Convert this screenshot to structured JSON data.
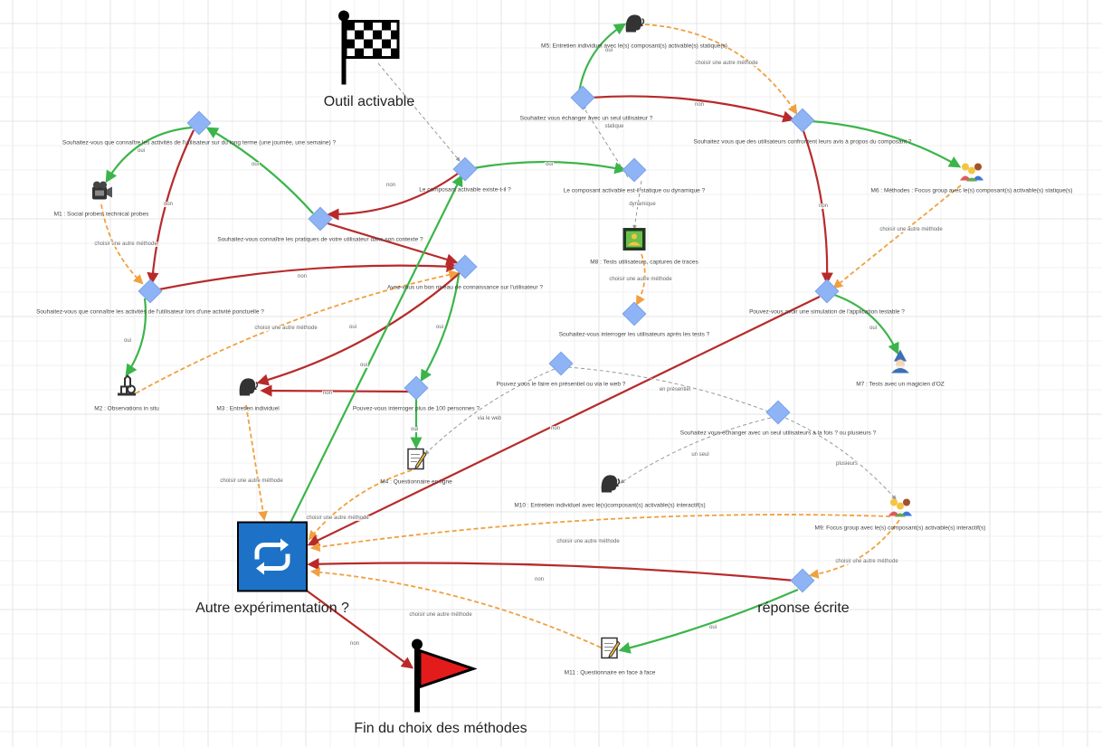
{
  "colors": {
    "yes": "#3bb54a",
    "no": "#b82a2a",
    "alt": "#f0a040",
    "neutral": "#aaaaaa",
    "node": "#8fb4f5"
  },
  "start": {
    "label": "Outil activable",
    "icon": "checkered-flag-icon"
  },
  "end": {
    "label": "Fin du choix des méthodes",
    "icon": "red-flag-icon"
  },
  "loop": {
    "label": "Autre expérimentation ?",
    "icon": "repeat-icon"
  },
  "answer": {
    "label": "réponse écrite"
  },
  "questions": {
    "q_exists": "Le composant activable existe-t-il ?",
    "q_static": "Le composant activable est-il statique ou dynamique ?",
    "q_pratiques": "Souhaitez-vous connaître les pratiques de votre utilisateur dans son contexte ?",
    "q_longterm": "Souhaitez-vous que connaître les activités de l'utilisateur sur du long terme (une journée, une semaine) ?",
    "q_ponctuelle": "Souhaitez-vous que connaître les activités de l'utilisateur lors d'une activité ponctuelle ?",
    "q_connaissance": "Avez-vous un bon niveau de connaissance sur l'utilisateur ?",
    "q_100": "Pouvez-vous interroger plus de 100 personnes ?",
    "q_seul_static": "Souhaitez vous échanger avec un seul utilisateur ?",
    "q_confront": "Souhaitez vous que des utilisateurs confrontent leurs avis à propos du composant ?",
    "q_simulation": "Pouvez-vous avoir une simulation de l'application testable ?",
    "q_interroger": "Souhaitez-vous interroger les utilisateurs après les tests ?",
    "q_presentiel": "Pouvez vous le faire en présentiel ou via le web ?",
    "q_plusieurs": "Souhaitez vous échanger avec un seul utilisateurs à la fois ? ou plusieurs ?"
  },
  "methods": {
    "m1": {
      "label": "M1 : Social probes, technical probes",
      "icon": "camera-icon"
    },
    "m2": {
      "label": "M2 : Observations in situ",
      "icon": "microscope-icon"
    },
    "m3": {
      "label": "M3 : Entretien individuel",
      "icon": "speaking-head-icon"
    },
    "m4": {
      "label": "M4 : Questionnaire en ligne",
      "icon": "memo-icon"
    },
    "m5": {
      "label": "M5: Entretien individuel avec le(s) composant(s) activable(s) statique(s)",
      "icon": "speaking-head-icon"
    },
    "m6": {
      "label": "M6 : Méthodes : Focus group avec le(s) composant(s) activable(s) statique(s)",
      "icon": "group-icon"
    },
    "m7": {
      "label": "M7 : Tests avec un magicien d'OZ",
      "icon": "wizard-icon"
    },
    "m8": {
      "label": "M8 : Tests utilisateurs, captures de traces",
      "icon": "screen-icon"
    },
    "m9": {
      "label": "M9: Focus group avec le(s) composant(s) activable(s) interactif(s)",
      "icon": "group-icon"
    },
    "m10": {
      "label": "M10 : Entretien individuel avec le(s)composant(s) activable(s) interactif(s)",
      "icon": "speaking-head-icon"
    },
    "m11": {
      "label": "M11 : Questionnaire en face à face",
      "icon": "memo-icon"
    }
  },
  "edge_labels": {
    "oui": "oui",
    "non": "non",
    "choisir": "choisir une autre méthode",
    "statique": "statique",
    "dynamique": "dynamique",
    "en_presentiel": "en présentiel",
    "via_le_web": "via le web",
    "un_seul": "un seul",
    "plusieurs": "plusieurs"
  }
}
